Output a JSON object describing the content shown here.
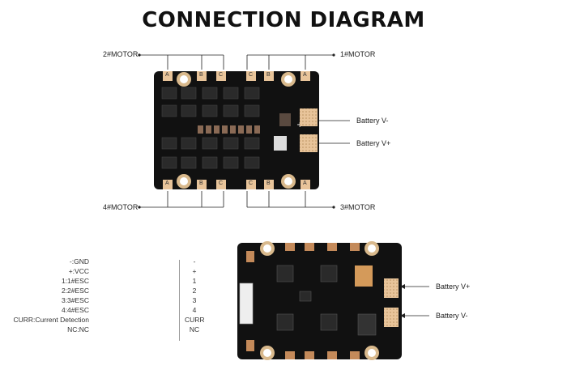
{
  "title": "CONNECTION  DIAGRAM",
  "top_board": {
    "motor_labels": {
      "m2": "2#MOTOR",
      "m1": "1#MOTOR",
      "m4": "4#MOTOR",
      "m3": "3#MOTOR"
    },
    "battery_neg": "Battery V-",
    "battery_pos": "Battery V+",
    "pad_letters_top": [
      "A",
      "B",
      "C",
      "C",
      "B",
      "A"
    ],
    "pad_letters_bottom": [
      "A",
      "B",
      "C",
      "C",
      "B",
      "A"
    ]
  },
  "bottom_board": {
    "battery_pos": "Battery V+",
    "battery_neg": "Battery V-",
    "pins": [
      {
        "name": "-:GND",
        "code": "-"
      },
      {
        "name": "+:VCC",
        "code": "+"
      },
      {
        "name": "1:1#ESC",
        "code": "1"
      },
      {
        "name": "2:2#ESC",
        "code": "2"
      },
      {
        "name": "3:3#ESC",
        "code": "3"
      },
      {
        "name": "4:4#ESC",
        "code": "4"
      },
      {
        "name": "CURR:Current Detection",
        "code": "CURR"
      },
      {
        "name": "NC:NC",
        "code": "NC"
      }
    ]
  },
  "colors": {
    "board": "#111111",
    "pad": "#e8c49a",
    "hole_ring": "#d9b98c",
    "chip": "#2a2a2a",
    "line": "#222222"
  }
}
